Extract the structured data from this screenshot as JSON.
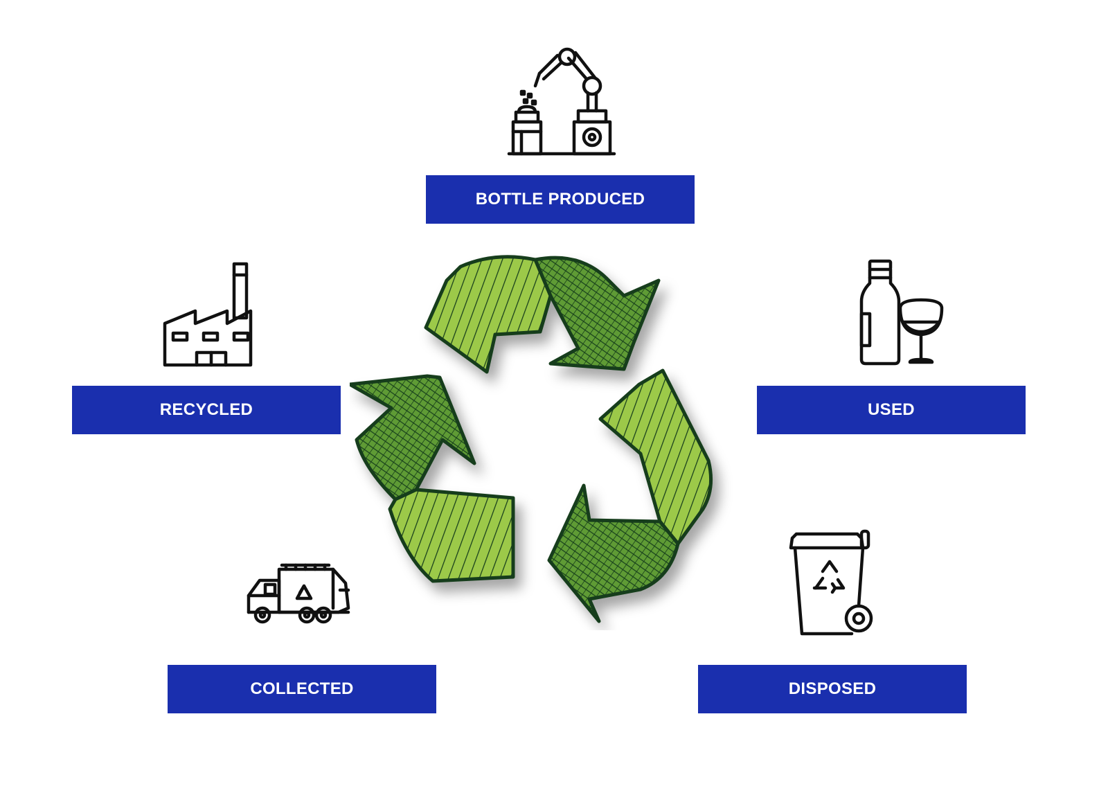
{
  "diagram": {
    "stages": {
      "produced": "BOTTLE PRODUCED",
      "used": "USED",
      "disposed": "DISPOSED",
      "collected": "COLLECTED",
      "recycled": "RECYCLED"
    },
    "icons": {
      "produced": "robot-arm-bottling-icon",
      "used": "wine-bottle-and-glass-icon",
      "disposed": "recycling-bin-icon",
      "collected": "garbage-truck-icon",
      "recycled": "factory-icon",
      "center": "recycle-arrows-icon"
    },
    "colors": {
      "label_background": "#1a2fae",
      "label_text": "#ffffff",
      "arrow_light_green": "#9cc94a",
      "arrow_dark_green": "#5e9b35",
      "arrow_outline": "#163d1a",
      "icon_stroke": "#111111"
    }
  }
}
